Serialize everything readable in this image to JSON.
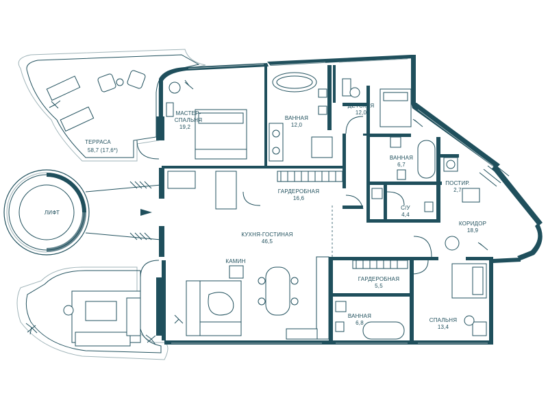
{
  "colors": {
    "ink": "#1f4f5c",
    "light": "#9fb3b8",
    "background": "#ffffff"
  },
  "rooms": {
    "terrace": {
      "name": "ТЕРРАСА",
      "area": "58,7 (17,6*)"
    },
    "lift": {
      "name": "ЛИФТ"
    },
    "master_bedroom": {
      "name_line1": "МАСТЕР-",
      "name_line2": "СПАЛЬНЯ",
      "area": "19,2"
    },
    "bathroom_1": {
      "name": "ВАННАЯ",
      "area": "12,0"
    },
    "kids_room": {
      "name": "ДЕТСКАЯ",
      "area": "12,0"
    },
    "bathroom_2": {
      "name": "ВАННАЯ",
      "area": "6,7"
    },
    "laundry": {
      "name": "ПОСТИР.",
      "area": "2,7"
    },
    "wardrobe_1": {
      "name": "ГАРДЕРОБНАЯ",
      "area": "16,6"
    },
    "wc": {
      "name": "С/У",
      "area": "4,4"
    },
    "corridor": {
      "name": "КОРИДОР",
      "area": "18,9"
    },
    "kitchen_living": {
      "name": "КУХНЯ-ГОСТИНАЯ",
      "area": "46,5"
    },
    "fireplace": {
      "name": "КАМИН"
    },
    "wardrobe_2": {
      "name": "ГАРДЕРОБНАЯ",
      "area": "5,5"
    },
    "bathroom_3": {
      "name": "ВАННАЯ",
      "area": "6,8"
    },
    "bedroom": {
      "name": "СПАЛЬНЯ",
      "area": "13,4"
    }
  }
}
